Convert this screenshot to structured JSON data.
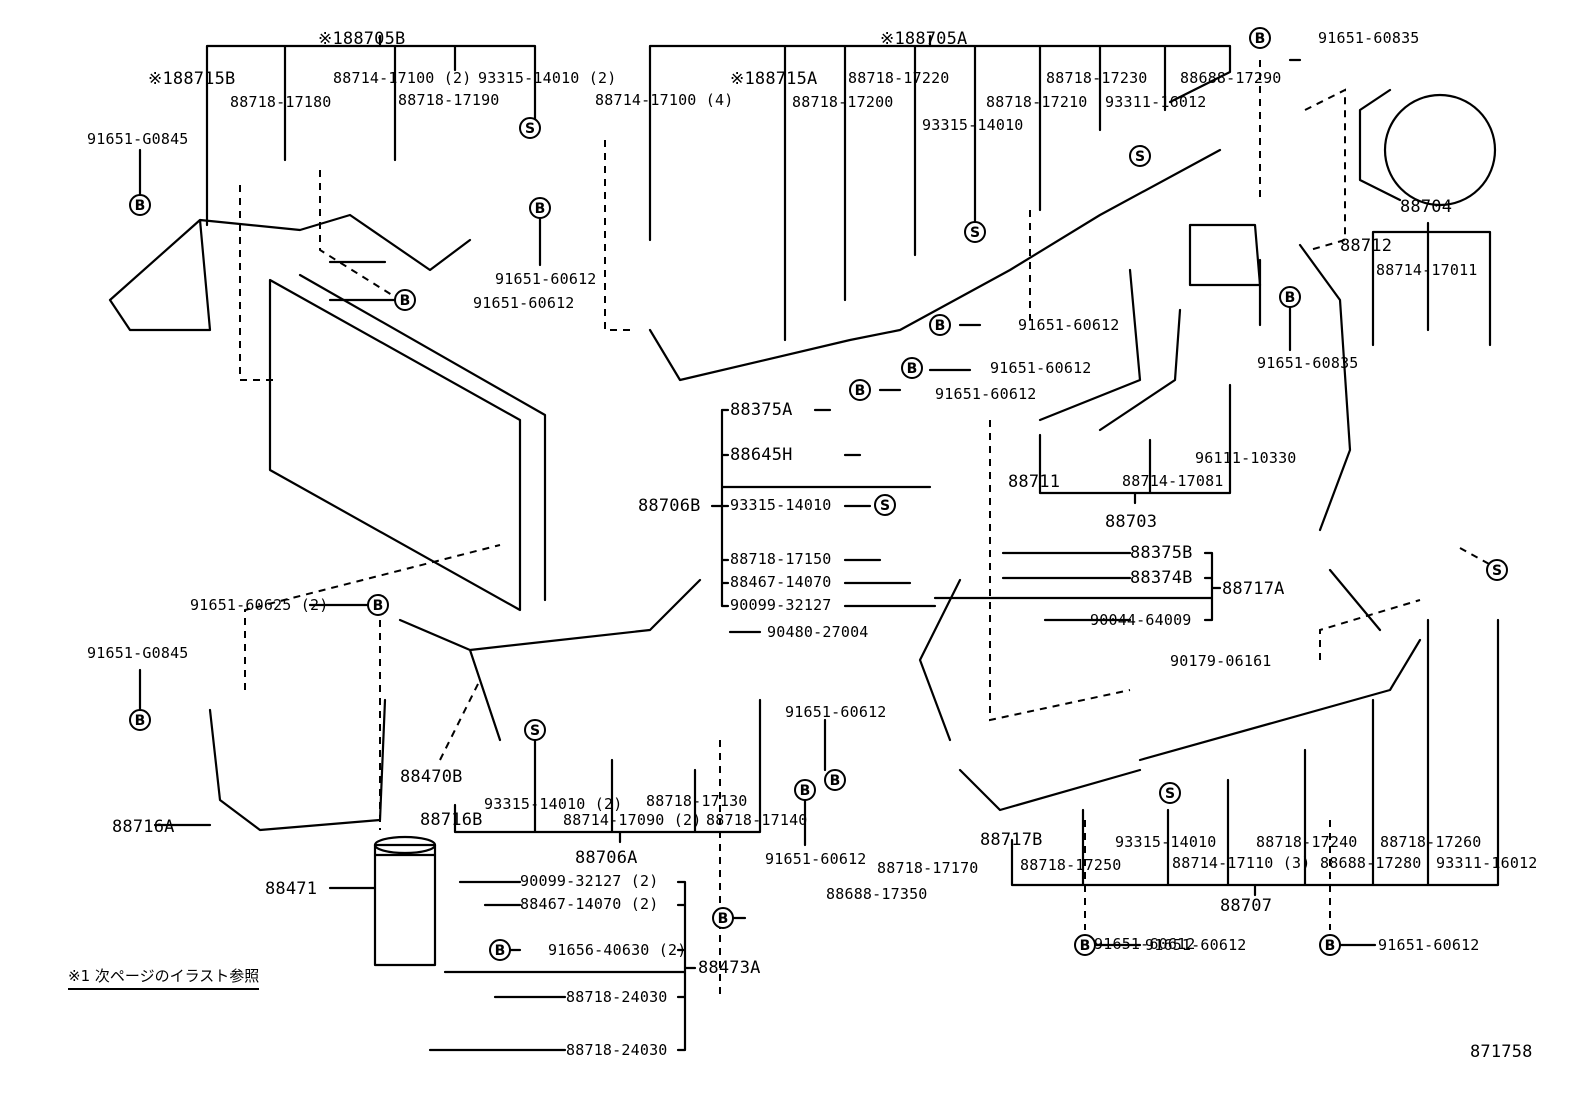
{
  "diagram": {
    "figure_number": "871758",
    "note": "※1 次ページのイラスト参照",
    "callout_symbols": {
      "bolt": "B",
      "screw": "S"
    },
    "colors": {
      "ink": "#000000",
      "background": "#ffffff"
    },
    "assemblies": {
      "a188705B": "※188705B",
      "a188715B": "※188715B",
      "a188705A": "※188705A",
      "a188715A": "※188715A",
      "a88704": "88704",
      "a88712": "88712",
      "a88703": "88703",
      "a88711": "88711",
      "a88706B": "88706B",
      "a88706A": "88706A",
      "a88717A": "88717A",
      "a88717B": "88717B",
      "a88716A": "88716A",
      "a88716B": "88716B",
      "a88470B": "88470B",
      "a88471": "88471",
      "a88473A": "88473A",
      "a88707": "88707",
      "a88375A": "88375A",
      "a88645H": "88645H",
      "a88375B": "88375B",
      "a88374B": "88374B"
    },
    "labels": {
      "l01": "88714-17100 (2)",
      "l02": "93315-14010 (2)",
      "l03": "88718-17180",
      "l04": "88718-17190",
      "l05": "91651-G0845",
      "l06": "91651-60612",
      "l07": "91651-60612",
      "l08": "88714-17100 (4)",
      "l09": "88718-17220",
      "l10": "88718-17200",
      "l11": "93315-14010",
      "l12": "88718-17230",
      "l13": "88718-17210",
      "l14": "88688-17290",
      "l15": "93311-16012",
      "l16": "91651-60835",
      "l17": "88714-17011",
      "l18": "91651-60835",
      "l19": "91651-60612",
      "l20": "91651-60612",
      "l21": "91651-60612",
      "l22": "96111-10330",
      "l23": "88714-17081",
      "l24": "93315-14010",
      "l25": "88718-17150",
      "l26": "88467-14070",
      "l27": "90099-32127",
      "l28": "90480-27004",
      "l29": "90044-64009",
      "l30": "90179-06161",
      "l31": "91651-60625 (2)",
      "l32": "91651-G0845",
      "l33": "91651-60612",
      "l34": "93315-14010 (2)",
      "l35": "88718-17130",
      "l36": "88714-17090 (2)",
      "l37": "88718-17140",
      "l38": "91651-60612",
      "l39": "88718-17170",
      "l40": "88688-17350",
      "l41": "91651-60612",
      "l42": "93315-14010",
      "l43": "88718-17240",
      "l44": "88718-17260",
      "l45": "88718-17250",
      "l46": "88714-17110 (3)",
      "l47": "88688-17280",
      "l48": "93311-16012",
      "l49": "91651-60612",
      "l50": "91651-60612",
      "l51": "90099-32127 (2)",
      "l52": "88467-14070 (2)",
      "l53": "91656-40630 (2)",
      "l54": "88718-24030",
      "l55": "88718-24030"
    }
  }
}
